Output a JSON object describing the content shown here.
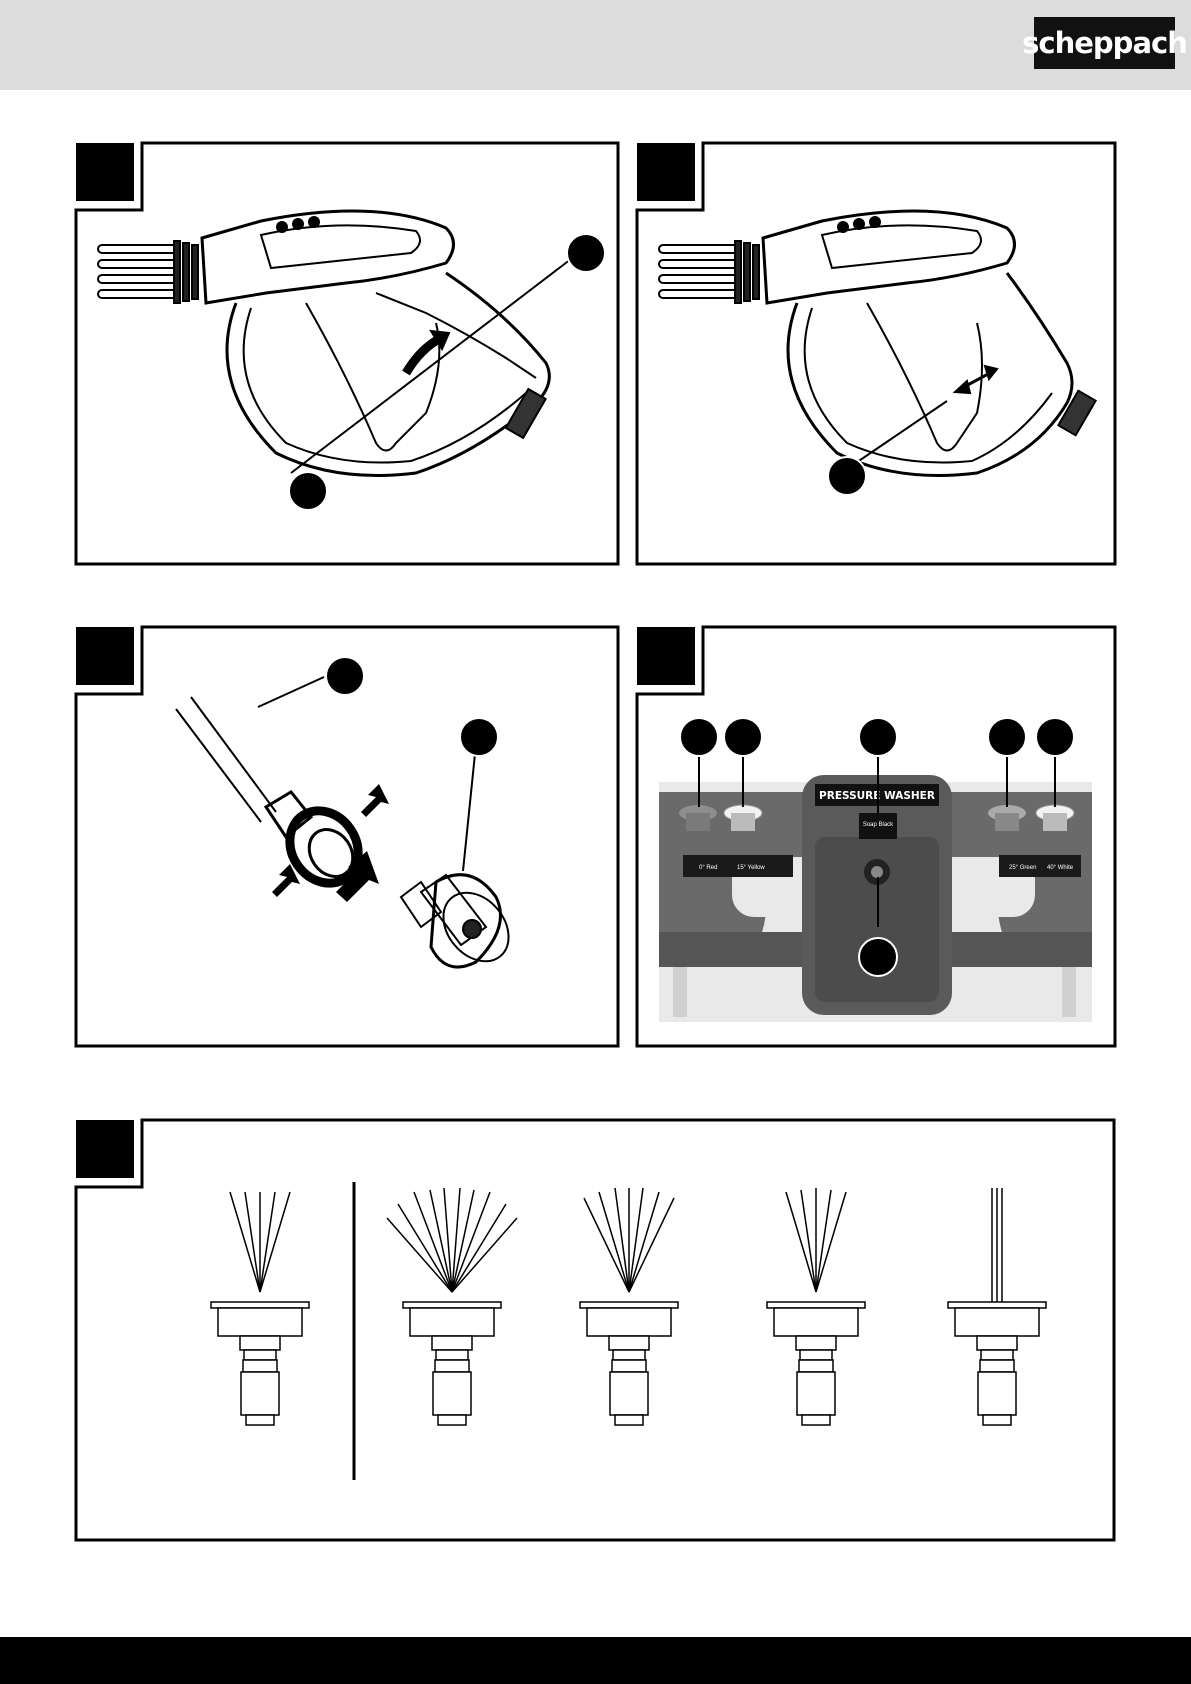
{
  "header": {
    "brand": "scheppach"
  },
  "pressure_washer_panel": {
    "model_label": "PRESSURE WASHER",
    "soap_label": "Soap Black",
    "left_label_1": "0° Red",
    "left_label_2": "15° Yellow",
    "right_label_1": "25° Green",
    "right_label_2": "40° White"
  },
  "colors": {
    "brand": "#111111",
    "header_band": "#dcdcdc",
    "footer_band": "#000000",
    "line": "#000000"
  },
  "icons": [
    "spray-gun",
    "trigger-lock-arrow",
    "double-arrow",
    "quick-connector",
    "spray-nozzle",
    "push-arrow"
  ]
}
